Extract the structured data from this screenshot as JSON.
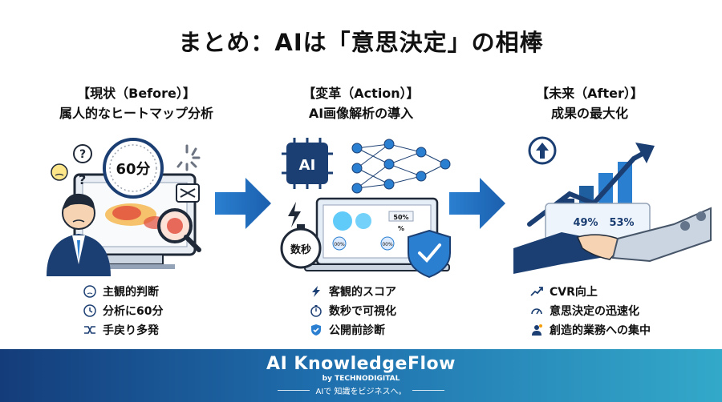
{
  "title": "まとめ：AIは「意思決定」の相棒",
  "columns": [
    {
      "header_line1": "【現状（Before）】",
      "header_line2": "属人的なヒートマップ分析",
      "badge": "60分",
      "bullets": [
        "主観的判断",
        "分析に60分",
        "手戻り多発"
      ]
    },
    {
      "header_line1": "【変革（Action）】",
      "header_line2": "AI画像解析の導入",
      "chip": "AI",
      "badge": "数秒",
      "screen_value1": "50%",
      "screen_value2": "%",
      "screen_value3": "00%",
      "screen_value4": "00%",
      "bullets": [
        "客観的スコア",
        "数秒で可視化",
        "公開前診断"
      ]
    },
    {
      "header_line1": "【未来（After）】",
      "header_line2": "成果の最大化",
      "stat1": "49%",
      "stat2": "53%",
      "bullets": [
        "CVR向上",
        "意思決定の迅速化",
        "創造的業務への集中"
      ]
    }
  ],
  "footer": {
    "brand": "AI KnowledgeFlow",
    "by": "by TECHNODIGITAL",
    "tagline": "AIで 知識をビジネスへ。"
  },
  "colors": {
    "navy": "#1c3f73",
    "blue": "#2b7fd0",
    "heat": "#e14b3b"
  }
}
